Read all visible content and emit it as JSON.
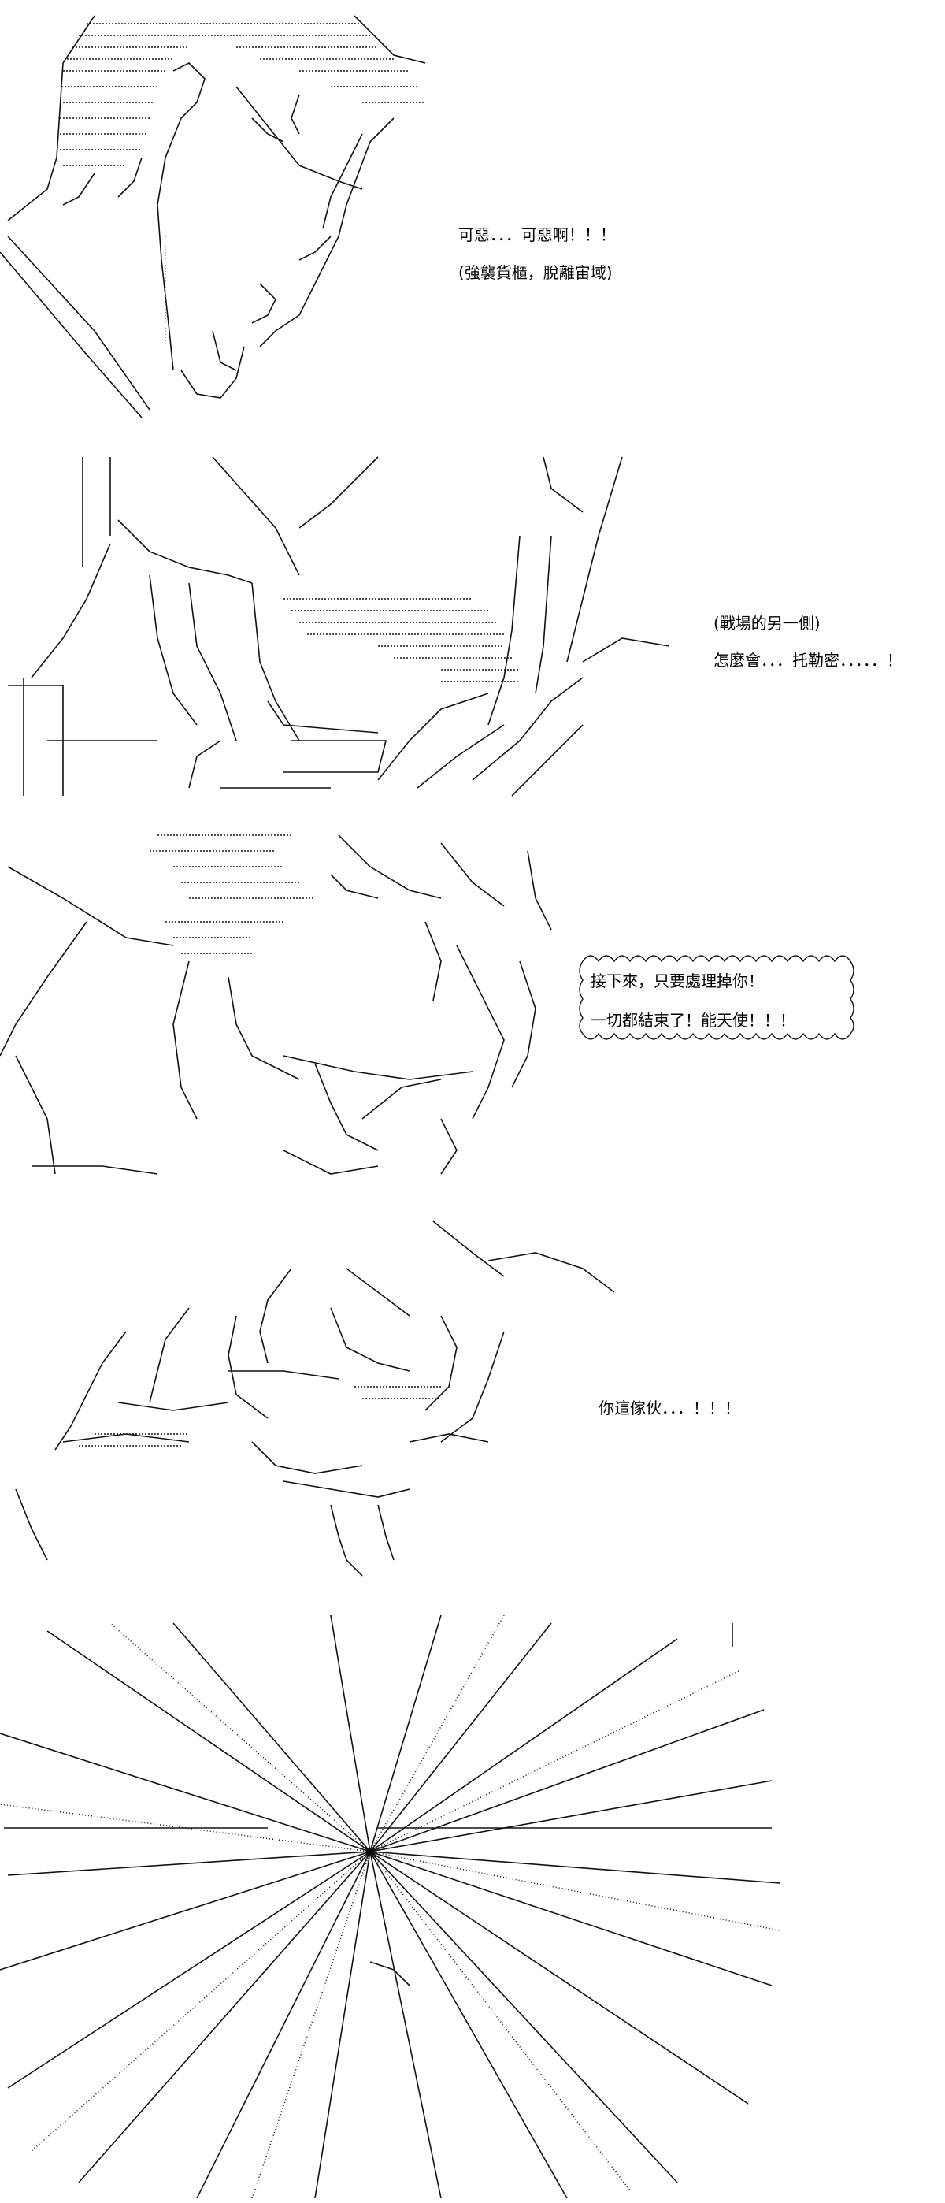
{
  "panels": [
    {
      "id": "panel-1",
      "lines": [
        "可惡．．．可惡啊！！！",
        "(強襲貨櫃，脫離宙域)"
      ]
    },
    {
      "id": "panel-2",
      "lines": [
        "(戰場的另一側)",
        "怎麼會．．．托勒密．．．．．！"
      ]
    },
    {
      "id": "panel-3",
      "lines": [
        "接下來，只要處理掉你！",
        "一切都結束了！能天使！！！"
      ]
    },
    {
      "id": "panel-4",
      "lines": [
        "你這傢伙．．．！！！"
      ]
    },
    {
      "id": "panel-5",
      "lines": []
    }
  ]
}
